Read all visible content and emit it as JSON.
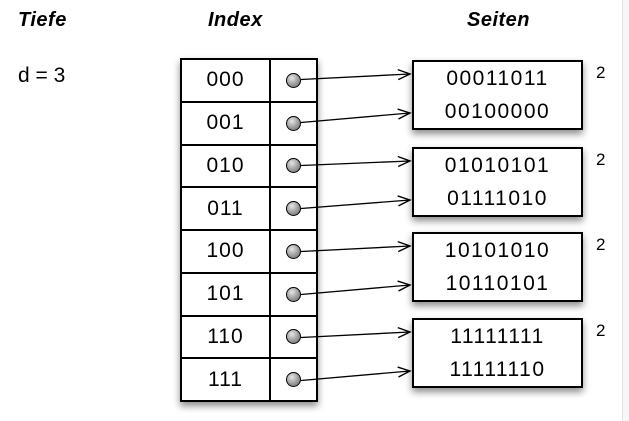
{
  "headings": {
    "depth": "Tiefe",
    "index": "Index",
    "pages": "Seiten"
  },
  "global_depth": "d = 3",
  "index_entries": [
    {
      "label": "000",
      "page": 0
    },
    {
      "label": "001",
      "page": 0
    },
    {
      "label": "010",
      "page": 1
    },
    {
      "label": "011",
      "page": 1
    },
    {
      "label": "100",
      "page": 2
    },
    {
      "label": "101",
      "page": 2
    },
    {
      "label": "110",
      "page": 3
    },
    {
      "label": "111",
      "page": 3
    }
  ],
  "pages": [
    {
      "entries": [
        "00011011",
        "00100000"
      ],
      "local_depth": "2"
    },
    {
      "entries": [
        "01010101",
        "01111010"
      ],
      "local_depth": "2"
    },
    {
      "entries": [
        "10101010",
        "10110101"
      ],
      "local_depth": "2"
    },
    {
      "entries": [
        "11111111",
        "11111110"
      ],
      "local_depth": "2"
    }
  ],
  "colors": {
    "stroke": "#000000",
    "box_fill": "#ffffff",
    "dot_highlight": "#e6e6e6",
    "dot_shade": "#6f6f6f"
  }
}
